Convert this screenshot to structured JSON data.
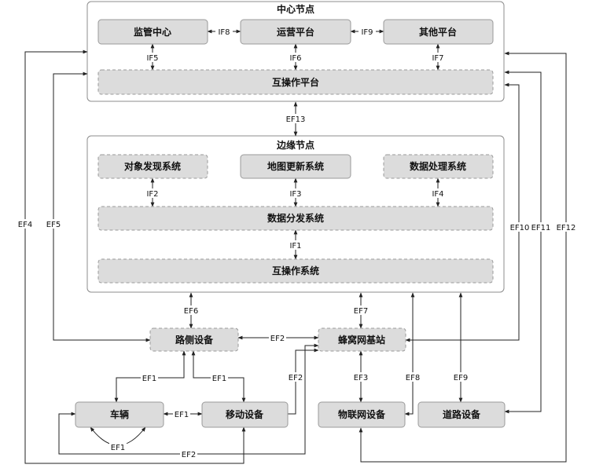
{
  "groups": {
    "center": "中心节点",
    "edge": "边缘节点"
  },
  "nodes": {
    "monitor": "监管中心",
    "ops": "运营平台",
    "other": "其他平台",
    "interop_platform": "互操作平台",
    "object_discovery": "对象发现系统",
    "map_update": "地图更新系统",
    "data_processing": "数据处理系统",
    "data_distribution": "数据分发系统",
    "interop_system": "互操作系统",
    "roadside": "路侧设备",
    "cellular": "蜂窝网基站",
    "vehicle": "车辆",
    "mobile": "移动设备",
    "iot": "物联网设备",
    "road": "道路设备"
  },
  "interfaces": {
    "if1": "IF1",
    "if2": "IF2",
    "if3": "IF3",
    "if4": "IF4",
    "if5": "IF5",
    "if6": "IF6",
    "if7": "IF7",
    "if8": "IF8",
    "if9": "IF9",
    "ef1": "EF1",
    "ef2": "EF2",
    "ef3": "EF3",
    "ef4": "EF4",
    "ef5": "EF5",
    "ef6": "EF6",
    "ef7": "EF7",
    "ef8": "EF8",
    "ef9": "EF9",
    "ef10": "EF10",
    "ef11": "EF11",
    "ef12": "EF12",
    "ef13": "EF13"
  }
}
